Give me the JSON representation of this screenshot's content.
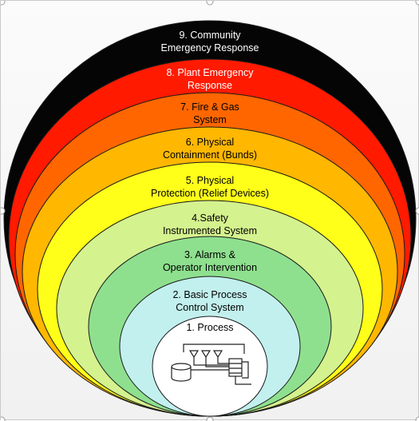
{
  "layers": [
    {
      "line1": "1. Process",
      "line2": "",
      "color": "#ffffff",
      "text_color": "#000000"
    },
    {
      "line1": "2. Basic Process",
      "line2": "Control System",
      "color": "#c2f0ee",
      "text_color": "#000000"
    },
    {
      "line1": "3. Alarms &",
      "line2": "Operator Intervention",
      "color": "#8ee08e",
      "text_color": "#000000"
    },
    {
      "line1": "4.Safety",
      "line2": "Instrumented System",
      "color": "#d4f28e",
      "text_color": "#000000"
    },
    {
      "line1": "5. Physical",
      "line2": "Protection (Relief Devices)",
      "color": "#ffff1a",
      "text_color": "#000000"
    },
    {
      "line1": "6. Physical",
      "line2": "Containment (Bunds)",
      "color": "#ffb700",
      "text_color": "#000000"
    },
    {
      "line1": "7. Fire & Gas",
      "line2": "System",
      "color": "#ff6600",
      "text_color": "#000000"
    },
    {
      "line1": "8. Plant Emergency",
      "line2": "Response",
      "color": "#ff1a00",
      "text_color": "#ffffff"
    },
    {
      "line1": "9. Community",
      "line2": "Emergency Response",
      "color": "#050505",
      "text_color": "#ffffff"
    }
  ]
}
